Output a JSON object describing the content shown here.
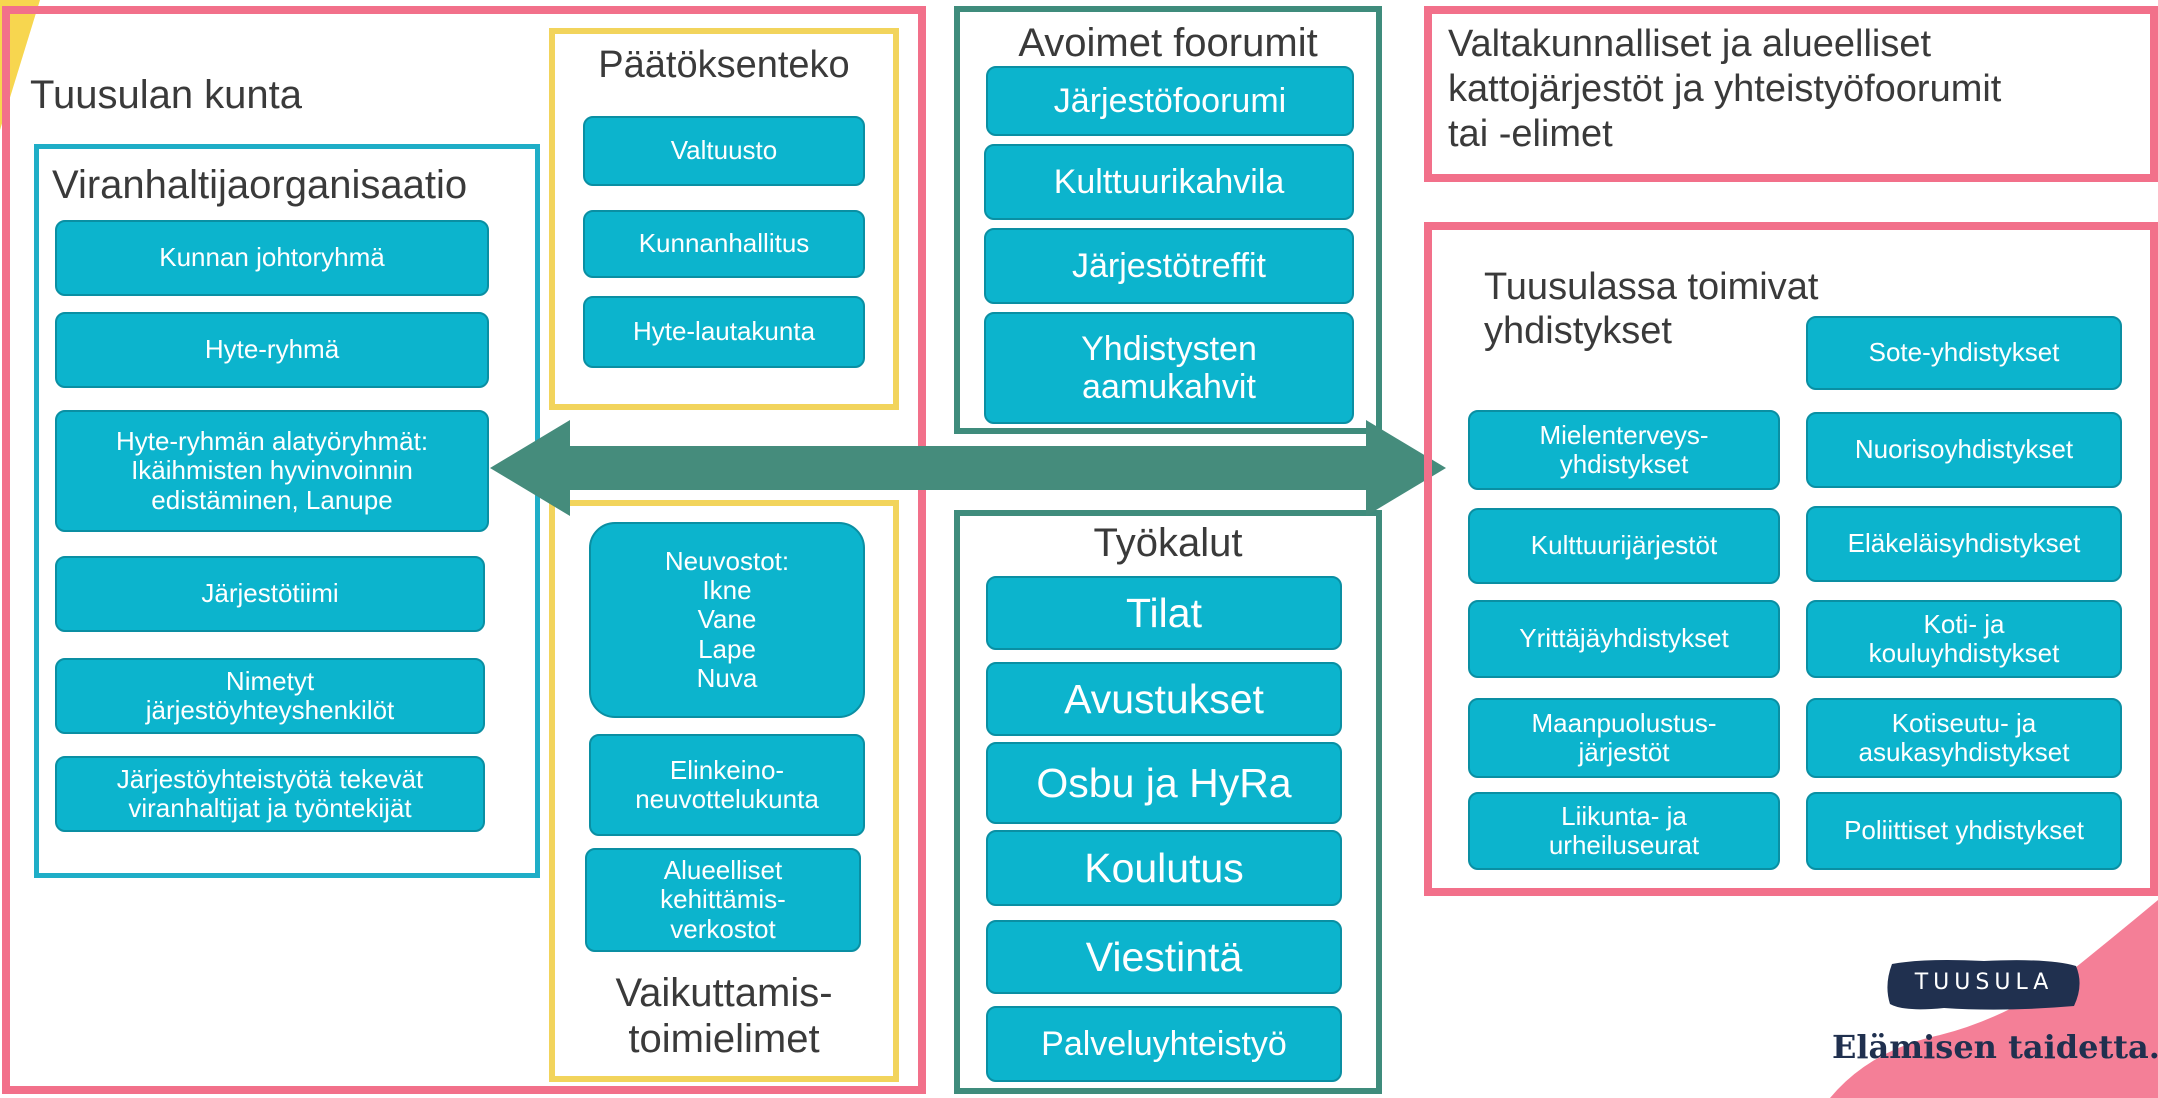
{
  "municipality": {
    "title": "Tuusulan kunta",
    "officials": {
      "title": "Viranhaltijaorganisaatio",
      "items": [
        "Kunnan johtoryhmä",
        "Hyte-ryhmä",
        "Hyte-ryhmän alatyöryhmät:\nIkäihmisten hyvinvoinnin\nedistäminen, Lanupe",
        "Järjestötiimi",
        "Nimetyt\njärjestöyhteyshenkilöt",
        "Järjestöyhteistyötä tekevät\nviranhaltijat ja työntekijät"
      ]
    },
    "decision": {
      "title": "Päätöksenteko",
      "items": [
        "Valtuusto",
        "Kunnanhallitus",
        "Hyte-lautakunta"
      ]
    },
    "influence": {
      "title": "Vaikuttamis-\ntoimielimet",
      "items": [
        "Neuvostot:\nIkne\nVane\nLape\nNuva",
        "Elinkeino-\nneuvottelukunta",
        "Alueelliset\nkehittämis-\nverkostot"
      ]
    }
  },
  "forums": {
    "title": "Avoimet foorumit",
    "items": [
      "Järjestöfoorumi",
      "Kulttuurikahvila",
      "Järjestötreffit",
      "Yhdistysten\naamukahvit"
    ]
  },
  "tools": {
    "title": "Työkalut",
    "items": [
      "Tilat",
      "Avustukset",
      "Osbu ja HyRa",
      "Koulutus",
      "Viestintä",
      "Palveluyhteistyö"
    ]
  },
  "national": {
    "title": "Valtakunnalliset ja alueelliset\nkattojärjestöt ja yhteistyöfoorumit\ntai -elimet"
  },
  "associations": {
    "title": "Tuusulassa toimivat\nyhdistykset",
    "left": [
      "Mielenterveys-\nyhdistykset",
      "Kulttuurijärjestöt",
      "Yrittäjäyhdistykset",
      "Maanpuolustus-\njärjestöt",
      "Liikunta- ja\nurheiluseurat"
    ],
    "right": [
      "Sote-yhdistykset",
      "Nuorisoyhdistykset",
      "Eläkeläisyhdistykset",
      "Koti- ja\nkouluyhdistykset",
      "Kotiseutu- ja\nasukasyhdistykset",
      "Poliittiset yhdistykset"
    ]
  },
  "logo": {
    "badge": "TUUSULA",
    "slogan": "Elämisen taidetta."
  },
  "colors": {
    "box": "#0cb4cd",
    "pink_frame": "#f2708a",
    "yellow_frame": "#f2d45c",
    "teal_frame": "#1faec7",
    "green_frame": "#3f8c7c",
    "arrow": "#458c7c"
  }
}
